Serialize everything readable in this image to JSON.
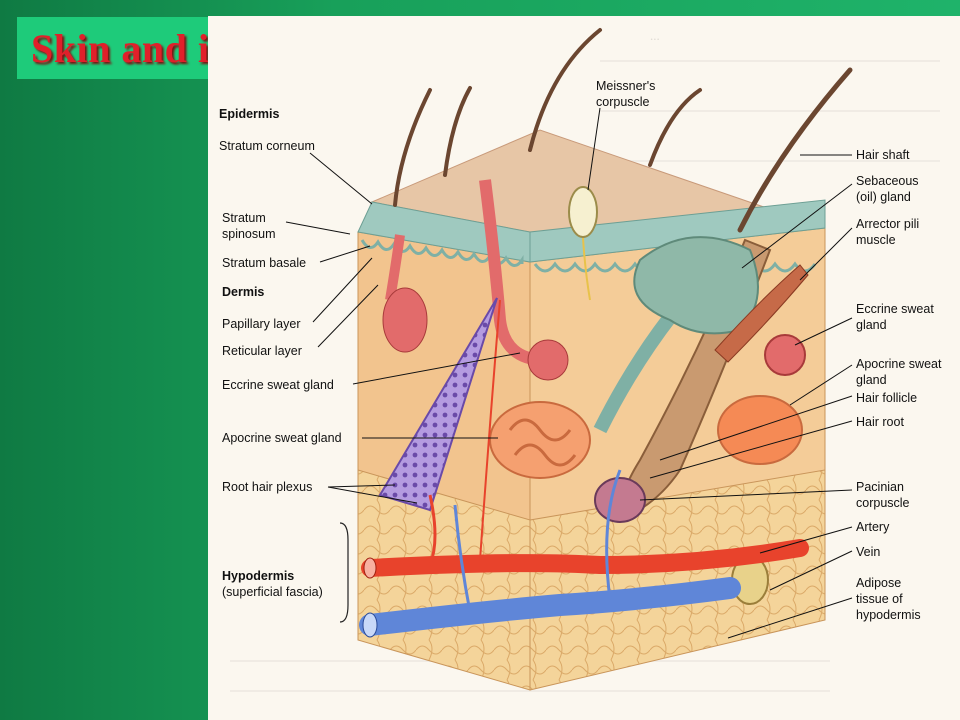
{
  "slide": {
    "title": "Skin and its appendages"
  },
  "labels": {
    "epidermis": "Epidermis",
    "stratum_corneum": "Stratum corneum",
    "stratum_spinosum_1": "Stratum",
    "stratum_spinosum_2": "spinosum",
    "stratum_basale": "Stratum basale",
    "dermis": "Dermis",
    "papillary_layer": "Papillary layer",
    "reticular_layer": "Reticular layer",
    "eccrine_left": "Eccrine sweat gland",
    "apocrine_left": "Apocrine sweat gland",
    "root_hair_plexus": "Root hair plexus",
    "hypodermis": "Hypodermis",
    "superficial_fascia": "(superficial fascia)",
    "meissner_1": "Meissner's",
    "meissner_2": "corpuscle",
    "hair_shaft": "Hair shaft",
    "sebaceous_1": "Sebaceous",
    "sebaceous_2": "(oil) gland",
    "arrector_1": "Arrector pili",
    "arrector_2": "muscle",
    "eccrine_right_1": "Eccrine sweat",
    "eccrine_right_2": "gland",
    "apocrine_right_1": "Apocrine sweat",
    "apocrine_right_2": "gland",
    "hair_follicle": "Hair follicle",
    "hair_root": "Hair root",
    "pacinian_1": "Pacinian",
    "pacinian_2": "corpuscle",
    "artery": "Artery",
    "vein": "Vein",
    "adipose_1": "Adipose",
    "adipose_2": "tissue of",
    "adipose_3": "hypodermis"
  },
  "colors": {
    "title_bg": "#1ecb7a",
    "title_text": "#e0202a",
    "epidermis": "#9fc9bf",
    "dermis": "#f2c48e",
    "artery": "#e8432c",
    "vein": "#5f86d8",
    "plexus": "#8a5cc4"
  }
}
